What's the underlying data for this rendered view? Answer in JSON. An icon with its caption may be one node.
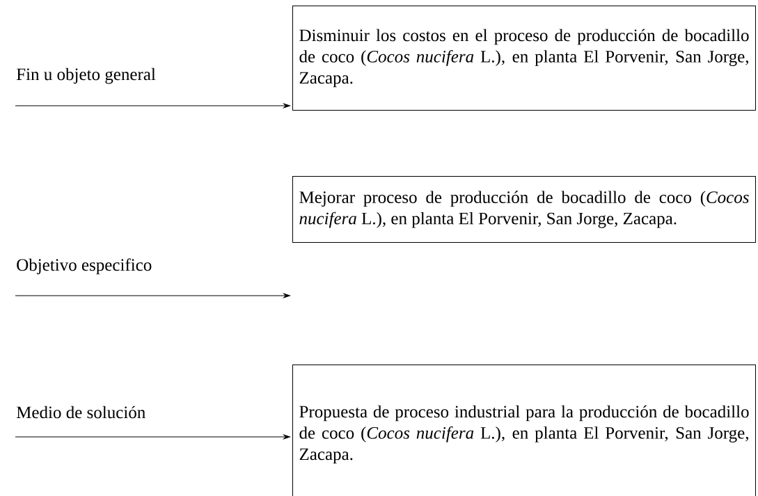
{
  "diagram": {
    "nodes": [
      {
        "text": [
          "Fin u objeto general"
        ]
      },
      {
        "text": [
          "Disminuir los costos en el proceso de producción de bocadillo de coco (*Cocos nucifera* L.), en planta El Porvenir, San Jorge, Zacapa."
        ]
      },
      {
        "text": [
          "Objetivo especifico"
        ]
      },
      {
        "text": [
          "Mejorar proceso de producción de bocadillo de coco (*Cocos nucifera* L.), en planta El Porvenir, San Jorge, Zacapa."
        ]
      },
      {
        "text": [
          "Medio de solución"
        ]
      },
      {
        "text": [
          "Propuesta de proceso industrial para la producción de bocadillo de coco (*Cocos nucifera* L.), en planta El Porvenir, San Jorge, Zacapa."
        ]
      }
    ],
    "edges": [
      {
        "from": 0,
        "to": 1,
        "arrow": "to"
      },
      {
        "from": 2,
        "to": 3,
        "arrow": "to"
      },
      {
        "from": 4,
        "to": 5,
        "arrow": "to"
      }
    ]
  }
}
